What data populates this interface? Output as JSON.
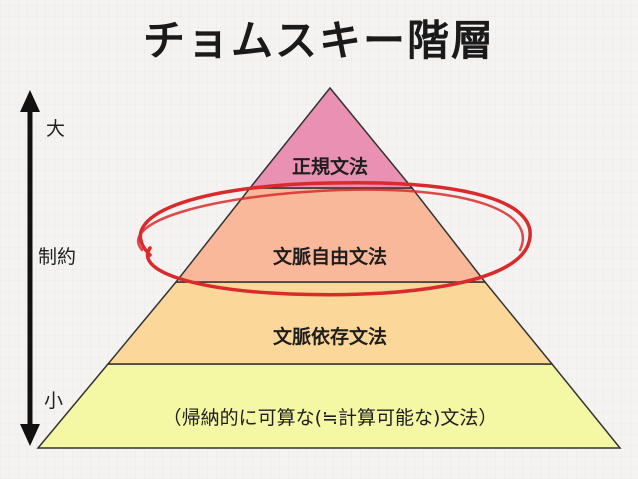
{
  "title": "チョムスキー階層",
  "axis": {
    "top_label": "大",
    "middle_label": "制約",
    "bottom_label": "小"
  },
  "tiers": [
    {
      "label": "正規文法",
      "color": "#e990b3"
    },
    {
      "label": "文脈自由文法",
      "color": "#f9b89a"
    },
    {
      "label": "文脈依存文法",
      "color": "#fcd79a"
    },
    {
      "label": "（帰納的に可算な(≒計算可能な)文法）",
      "color": "#f4f7a4"
    }
  ],
  "highlight": {
    "target_tier": "文脈自由文法",
    "color": "#d92b2b"
  }
}
